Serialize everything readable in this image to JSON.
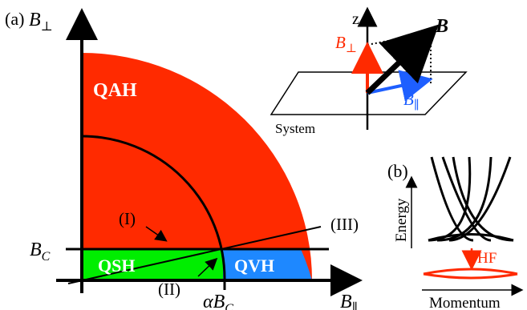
{
  "panel_a": {
    "label": "(a)",
    "axis_y_label": "B",
    "axis_y_sub": "⊥",
    "axis_x_label": "B",
    "axis_x_sub": "∥",
    "bc_label": "B",
    "bc_sub": "C",
    "alpha_bc_prefix": "α",
    "alpha_bc_label": "B",
    "alpha_bc_sub": "C",
    "regions": {
      "qah": "QAH",
      "qsh": "QSH",
      "qvh": "QVH"
    },
    "paths": {
      "i": "(I)",
      "ii": "(II)",
      "iii": "(III)"
    },
    "colors": {
      "qah": "#ff2a00",
      "qsh": "#00ee00",
      "qvh": "#1e88ff",
      "black": "#000000"
    }
  },
  "inset": {
    "z_label": "z",
    "b_label": "B",
    "b_perp_label": "B",
    "b_perp_sub": "⊥",
    "b_par_label": "B",
    "b_par_sub": "∥",
    "system_label": "System",
    "colors": {
      "perp": "#ff2a00",
      "par": "#1e5fff"
    }
  },
  "panel_b": {
    "label": "(b)",
    "y_label": "Energy",
    "x_label": "Momentum",
    "hf_label": "HF",
    "colors": {
      "hf": "#ff2a00"
    }
  }
}
